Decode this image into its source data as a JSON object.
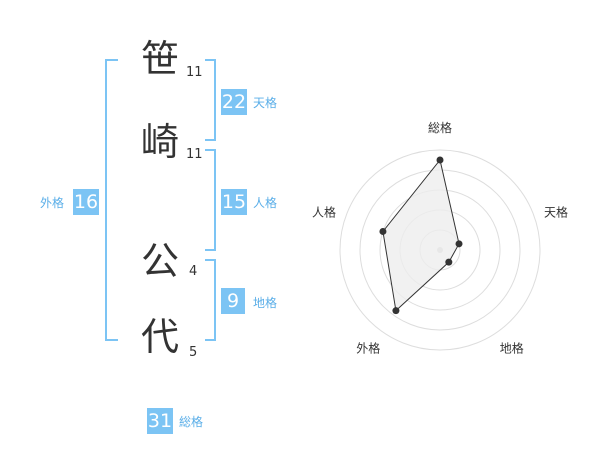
{
  "characters": [
    {
      "kanji": "笹",
      "strokes": "11"
    },
    {
      "kanji": "崎",
      "strokes": "11"
    },
    {
      "kanji": "公",
      "strokes": "4"
    },
    {
      "kanji": "代",
      "strokes": "5"
    }
  ],
  "scores": {
    "tenkaku": {
      "value": "22",
      "label": "天格"
    },
    "jinkaku": {
      "value": "15",
      "label": "人格"
    },
    "chikaku": {
      "value": "9",
      "label": "地格"
    },
    "gaikaku": {
      "value": "16",
      "label": "外格"
    },
    "soukaku": {
      "value": "31",
      "label": "総格"
    }
  },
  "colors": {
    "accent": "#7cc4f4",
    "bracket": "#7cc4f4",
    "text": "#333333"
  },
  "chart_data": {
    "type": "radar",
    "axes": [
      "総格",
      "天格",
      "地格",
      "外格",
      "人格"
    ],
    "values": [
      0.9,
      0.2,
      0.15,
      0.75,
      0.6
    ],
    "rings": 5,
    "fill": "#eeeeee"
  }
}
